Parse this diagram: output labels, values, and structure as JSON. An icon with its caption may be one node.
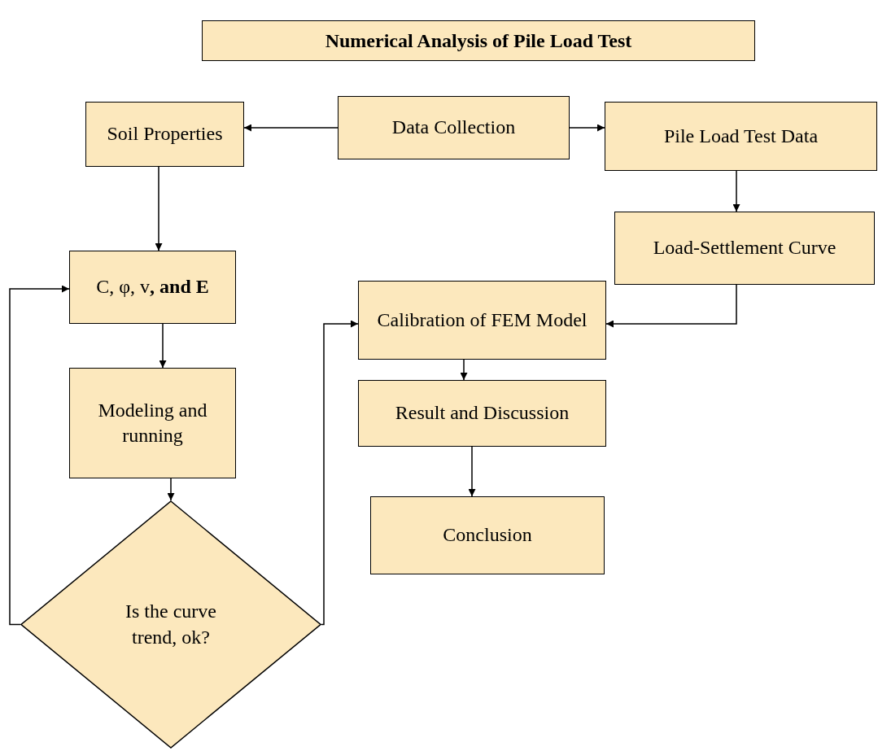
{
  "diagram": {
    "title": "Numerical Analysis of Pile Load Test",
    "nodes": [
      {
        "text": [
          "Soil Properties"
        ]
      },
      {
        "text": [
          "Data Collection"
        ]
      },
      {
        "text": [
          "Pile Load Test Data"
        ]
      },
      {
        "text": [
          "Load-Settlement Curve"
        ]
      },
      {
        "text": [
          "C, φ, v**, and E**"
        ]
      },
      {
        "text": [
          "Calibration of FEM Model"
        ]
      },
      {
        "text": [
          "Modeling and running"
        ]
      },
      {
        "text": [
          "Result and Discussion"
        ]
      },
      {
        "text": [
          "Conclusion"
        ]
      },
      {
        "text": [
          "Is the curve trend, ok?"
        ]
      }
    ],
    "edges": [
      {
        "from": 1,
        "to": 0,
        "arrow": "to"
      },
      {
        "from": 1,
        "to": 2,
        "arrow": "to"
      },
      {
        "from": 0,
        "to": 4,
        "arrow": "to"
      },
      {
        "from": 2,
        "to": 3,
        "arrow": "to"
      },
      {
        "from": 3,
        "to": 5,
        "arrow": "to"
      },
      {
        "from": 4,
        "to": 6,
        "arrow": "to"
      },
      {
        "from": 6,
        "to": 9,
        "arrow": "to"
      },
      {
        "from": 9,
        "to": 4,
        "arrow": "to"
      },
      {
        "from": 9,
        "to": 5,
        "arrow": "to"
      },
      {
        "from": 5,
        "to": 7,
        "arrow": "to"
      },
      {
        "from": 7,
        "to": 8,
        "arrow": "to"
      }
    ]
  }
}
